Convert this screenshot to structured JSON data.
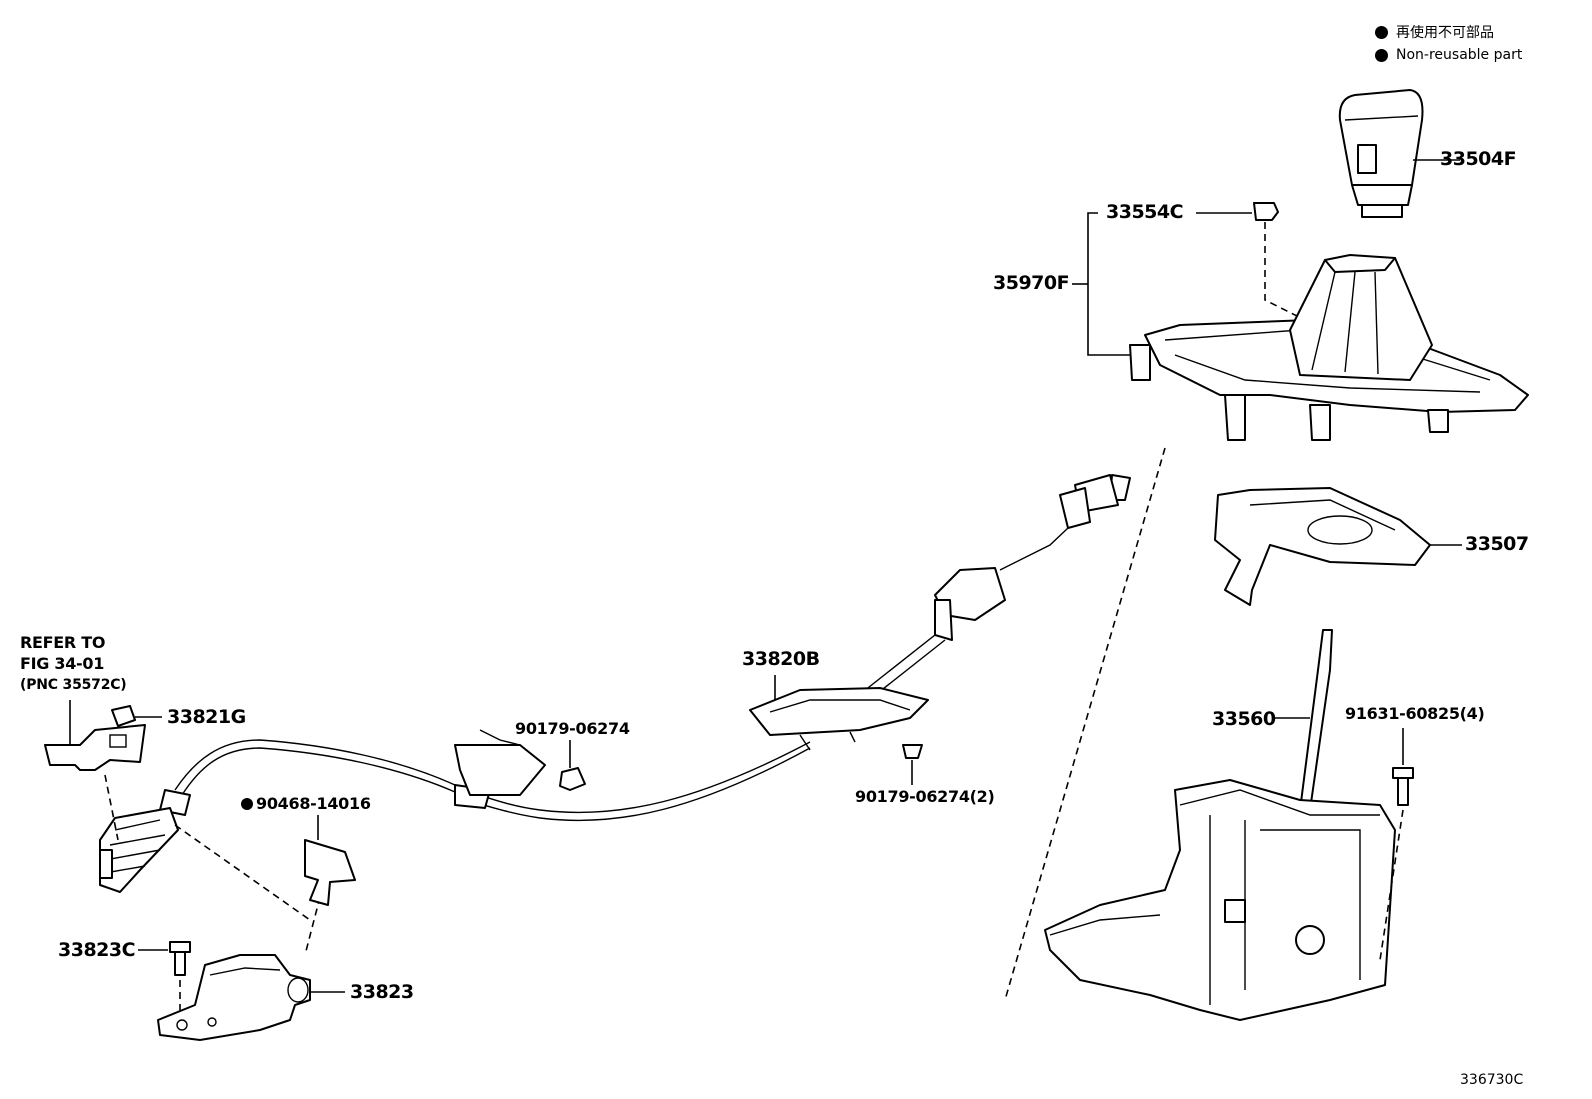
{
  "legend": {
    "japanese": "再使用不可部品",
    "english": "Non-reusable part"
  },
  "labels": {
    "p33504F": "33504F",
    "p33554C": "33554C",
    "p35970F": "35970F",
    "p33507": "33507",
    "p33560": "33560",
    "p91631": "91631-60825(4)",
    "p33820B": "33820B",
    "p90179a": "90179-06274",
    "p90179b": "90179-06274(2)",
    "p33821G": "33821G",
    "p90468": "90468-14016",
    "p33823C": "33823C",
    "p33823": "33823",
    "refer1": "REFER TO",
    "refer2": "FIG 34-01",
    "refer3": "(PNC 35572C)"
  },
  "illustration_id": "336730C"
}
